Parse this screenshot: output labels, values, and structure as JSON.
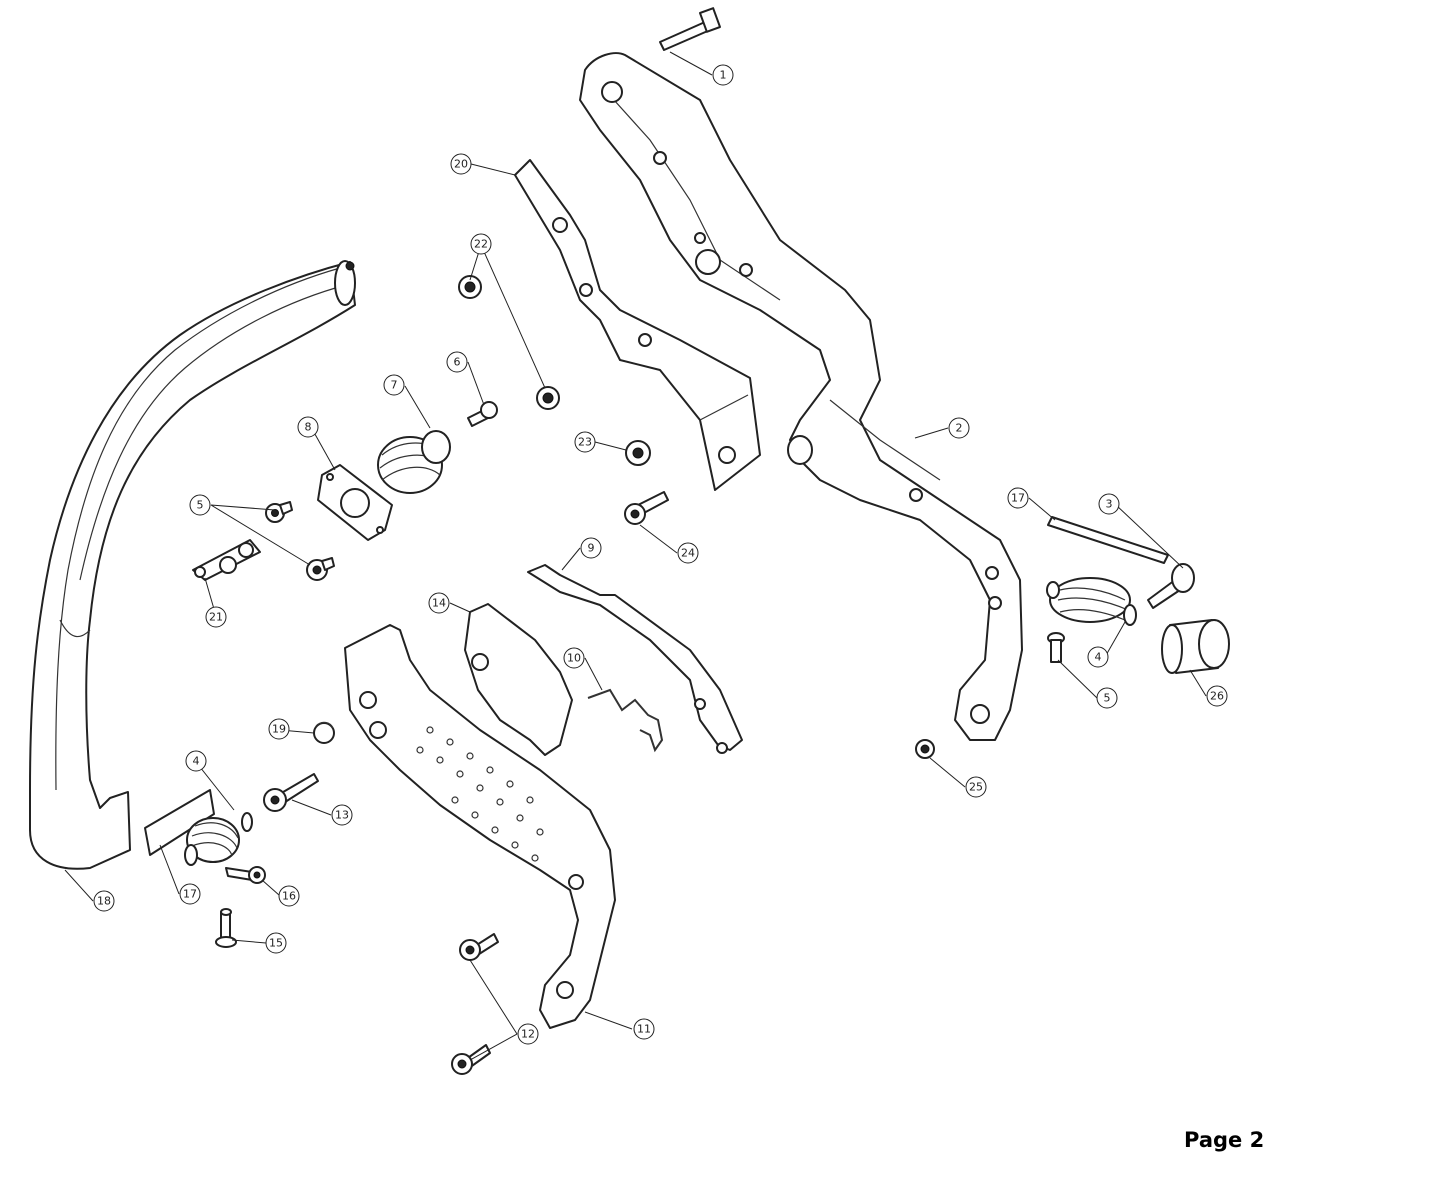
{
  "page_label": "Page 2",
  "callouts": [
    {
      "id": "1"
    },
    {
      "id": "2"
    },
    {
      "id": "3"
    },
    {
      "id": "4"
    },
    {
      "id": "4"
    },
    {
      "id": "5"
    },
    {
      "id": "5"
    },
    {
      "id": "6"
    },
    {
      "id": "7"
    },
    {
      "id": "8"
    },
    {
      "id": "9"
    },
    {
      "id": "10"
    },
    {
      "id": "11"
    },
    {
      "id": "12"
    },
    {
      "id": "13"
    },
    {
      "id": "14"
    },
    {
      "id": "15"
    },
    {
      "id": "16"
    },
    {
      "id": "17"
    },
    {
      "id": "17"
    },
    {
      "id": "18"
    },
    {
      "id": "19"
    },
    {
      "id": "20"
    },
    {
      "id": "21"
    },
    {
      "id": "22"
    },
    {
      "id": "23"
    },
    {
      "id": "24"
    },
    {
      "id": "25"
    },
    {
      "id": "26"
    }
  ]
}
